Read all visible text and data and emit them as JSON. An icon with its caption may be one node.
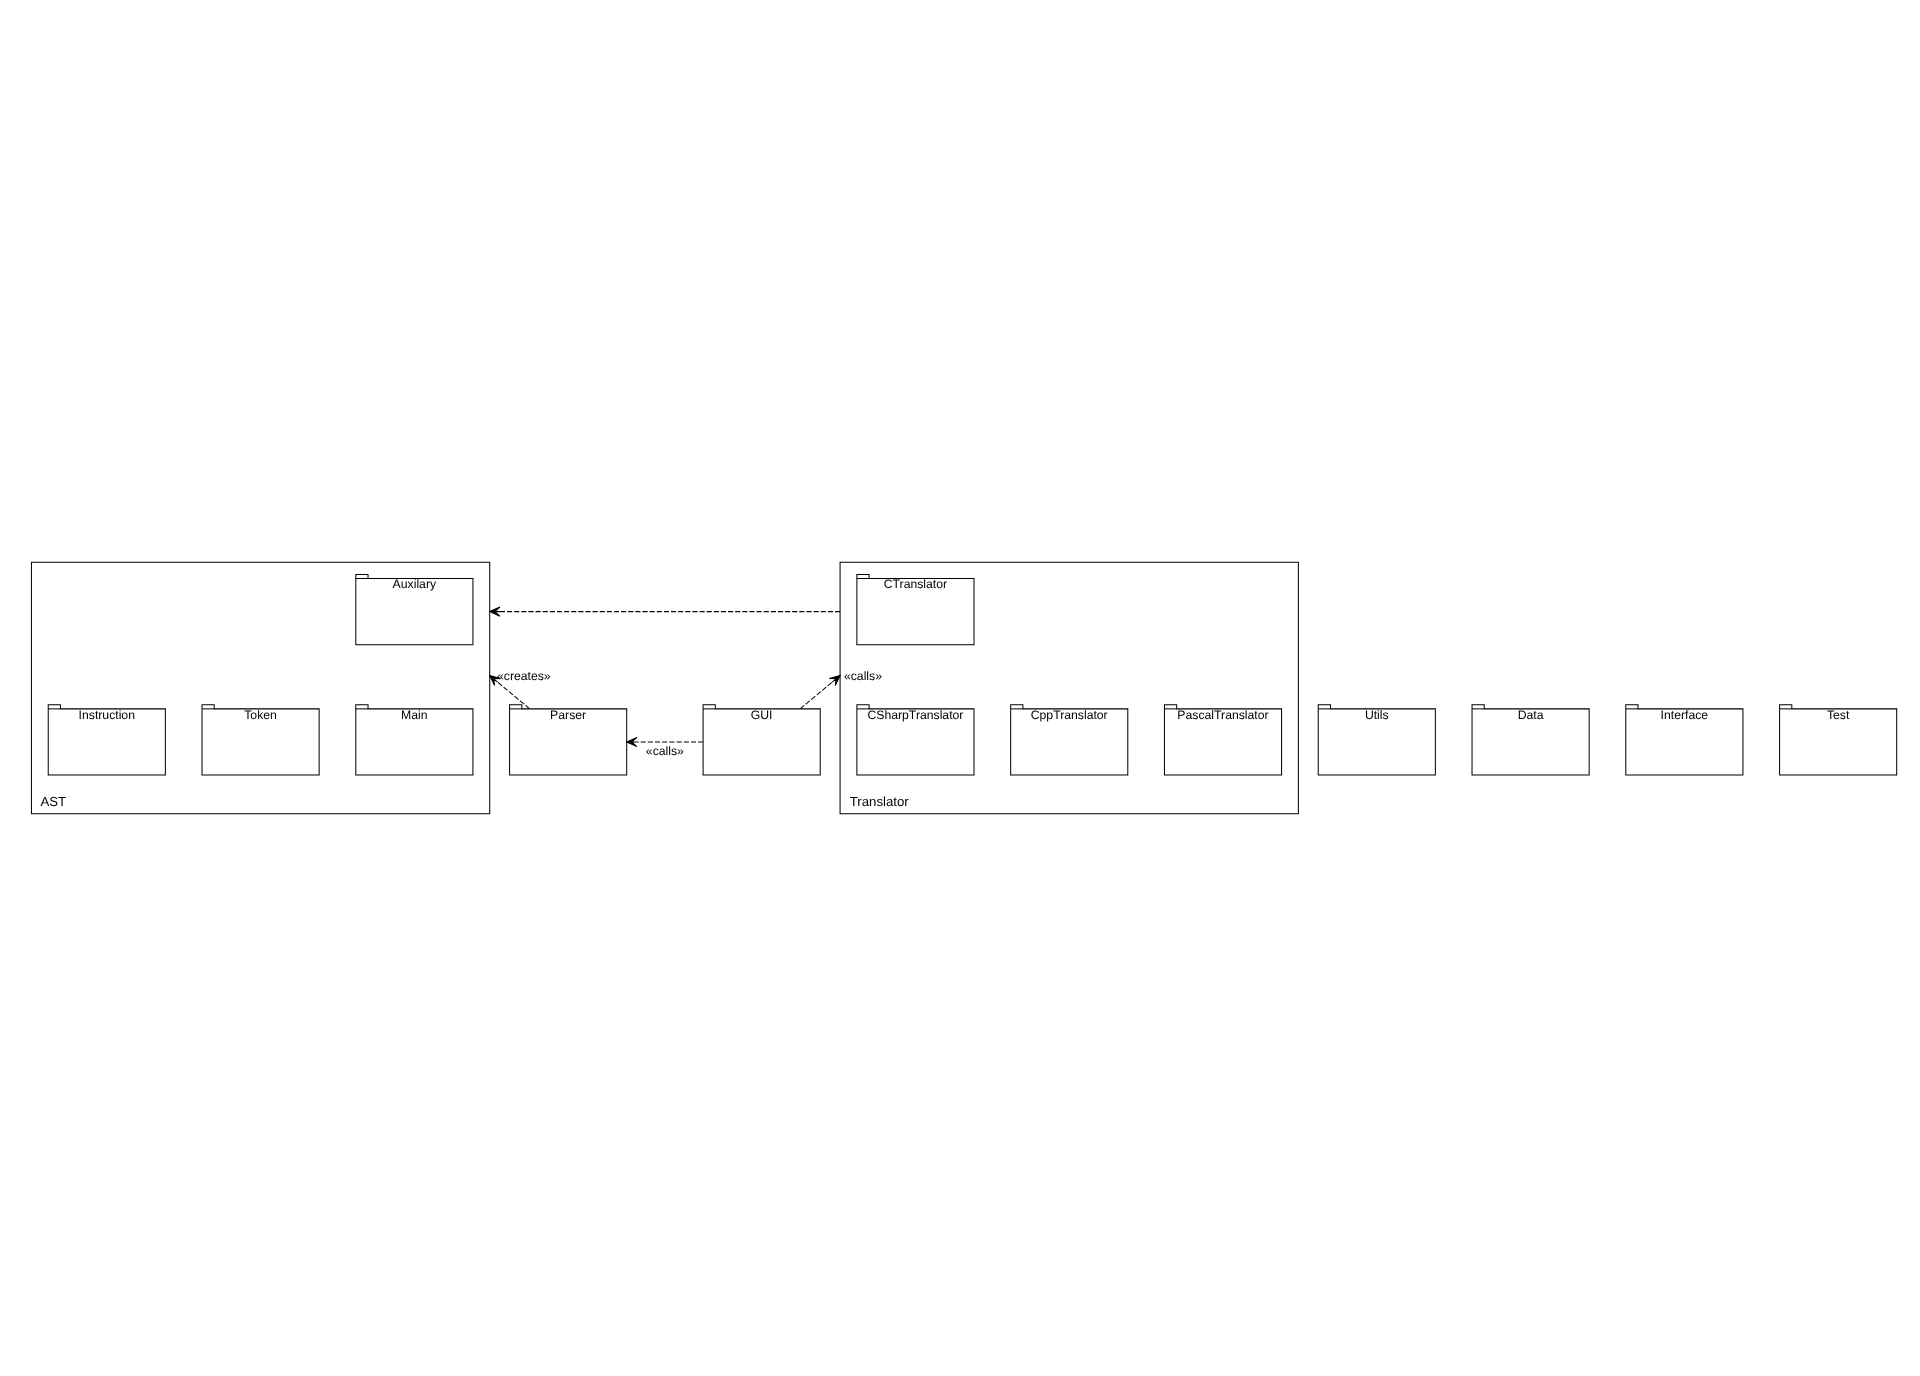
{
  "diagram": {
    "nodes": [
      {
        "text": [
          "AST"
        ]
      },
      {
        "text": [
          "Auxilary"
        ],
        "in": 0
      },
      {
        "text": [
          "Main"
        ],
        "in": 0
      },
      {
        "text": [
          "Token"
        ],
        "in": 0
      },
      {
        "text": [
          "Instruction"
        ],
        "in": 0
      },
      {
        "text": [
          "Translator"
        ]
      },
      {
        "text": [
          "CTranslator"
        ],
        "in": 5
      },
      {
        "text": [
          "PascalTranslator"
        ],
        "in": 5
      },
      {
        "text": [
          "CppTranslator"
        ],
        "in": 5
      },
      {
        "text": [
          "CSharpTranslator"
        ],
        "in": 5
      },
      {
        "text": [
          "Parser"
        ]
      },
      {
        "text": [
          "GUI"
        ]
      },
      {
        "text": [
          "Utils"
        ]
      },
      {
        "text": [
          "Data"
        ]
      },
      {
        "text": [
          "Interface"
        ]
      },
      {
        "text": [
          "Test"
        ]
      }
    ],
    "edges": [
      {
        "from": 5,
        "to": 0,
        "arrow": "to",
        "style": "dashed"
      },
      {
        "from": 10,
        "to": 0,
        "arrow": "to",
        "style": "dashed",
        "label": "«creates»"
      },
      {
        "from": 11,
        "to": 10,
        "arrow": "to",
        "style": "dashed",
        "label": "«calls»"
      },
      {
        "from": 11,
        "to": 5,
        "arrow": "to",
        "style": "dashed",
        "label": "«calls»"
      }
    ]
  }
}
